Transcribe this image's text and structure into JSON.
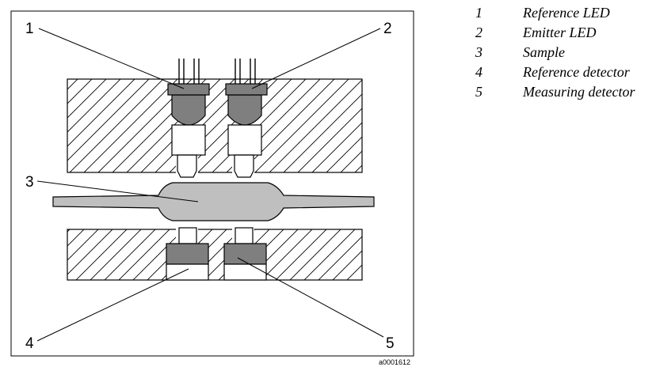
{
  "callouts": [
    "1",
    "2",
    "3",
    "4",
    "5"
  ],
  "legend": [
    {
      "num": "1",
      "label": "Reference LED"
    },
    {
      "num": "2",
      "label": "Emitter LED"
    },
    {
      "num": "3",
      "label": "Sample"
    },
    {
      "num": "4",
      "label": "Reference detector"
    },
    {
      "num": "5",
      "label": "Measuring detector"
    }
  ],
  "figure_id": "a0001612",
  "colors": {
    "component_dark": "#7f7f7f",
    "sample": "#bfbfbf",
    "hatch": "#000000"
  }
}
